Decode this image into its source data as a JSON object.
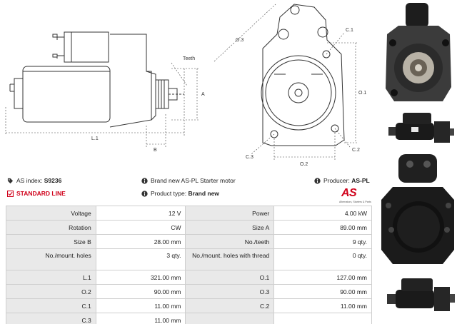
{
  "drawings": {
    "side_labels": {
      "teeth": "Teeth",
      "a": "A",
      "b": "B",
      "l1": "L.1"
    },
    "front_labels": {
      "o1": "O.1",
      "o2": "O.2",
      "o3": "O.3",
      "c1": "C.1",
      "c2": "C.2",
      "c3": "C.3"
    }
  },
  "info": {
    "as_index_label": "AS index:",
    "as_index_value": "S9236",
    "standard_line": "STANDARD LINE",
    "brand_new_text": "Brand new AS-PL Starter motor",
    "product_type_label": "Product type:",
    "product_type_value": "Brand new",
    "producer_label": "Producer:",
    "producer_value": "AS-PL"
  },
  "logo": {
    "text": "AS",
    "subtitle": "Alternators, Starters & Parts"
  },
  "colors": {
    "accent": "#d0021b",
    "label_bg": "#e9e9e9",
    "border": "#cfcfcf"
  },
  "specs": [
    {
      "l1": "Voltage",
      "v1": "12 V",
      "l2": "Power",
      "v2": "4.00 kW"
    },
    {
      "l1": "Rotation",
      "v1": "CW",
      "l2": "Size A",
      "v2": "89.00 mm"
    },
    {
      "l1": "Size B",
      "v1": "28.00 mm",
      "l2": "No./teeth",
      "v2": "9 qty."
    },
    {
      "l1": "No./mount. holes",
      "v1": "3 qty.",
      "l2": "No./mount. holes with thread",
      "v2": "0 qty."
    },
    {
      "l1": "L.1",
      "v1": "321.00 mm",
      "l2": "O.1",
      "v2": "127.00 mm"
    },
    {
      "l1": "O.2",
      "v1": "90.00 mm",
      "l2": "O.3",
      "v2": "90.00 mm"
    },
    {
      "l1": "C.1",
      "v1": "11.00 mm",
      "l2": "C.2",
      "v2": "11.00 mm"
    },
    {
      "l1": "C.3",
      "v1": "11.00 mm",
      "l2": "",
      "v2": ""
    }
  ]
}
